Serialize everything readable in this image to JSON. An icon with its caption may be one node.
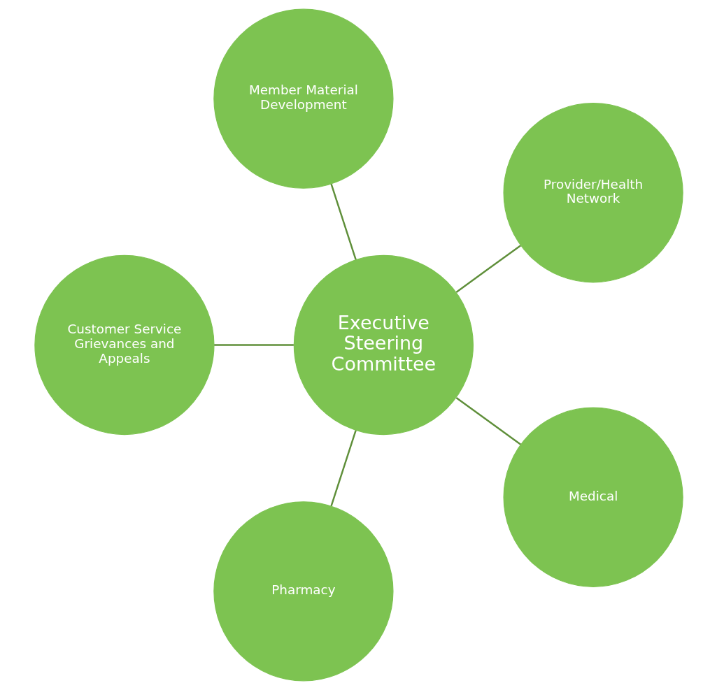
{
  "diagram": {
    "nodes": [
      {
        "text": [
          "Provider/Health Network"
        ]
      },
      {
        "text": [
          "Member Material Development"
        ]
      },
      {
        "text": [
          "Customer Service",
          "Grievances and Appeals"
        ]
      },
      {
        "text": [
          "Executive Steering Committee"
        ]
      },
      {
        "text": [
          "Pharmacy"
        ]
      },
      {
        "text": [
          "Medical"
        ]
      }
    ],
    "edges": [
      {
        "from": 3,
        "to": 0,
        "arrow": "none"
      },
      {
        "from": 3,
        "to": 2,
        "arrow": "none"
      },
      {
        "from": 3,
        "to": 5,
        "arrow": "none"
      },
      {
        "from": 3,
        "to": 4,
        "arrow": "none"
      },
      {
        "from": 3,
        "to": 1,
        "arrow": "none"
      }
    ]
  }
}
